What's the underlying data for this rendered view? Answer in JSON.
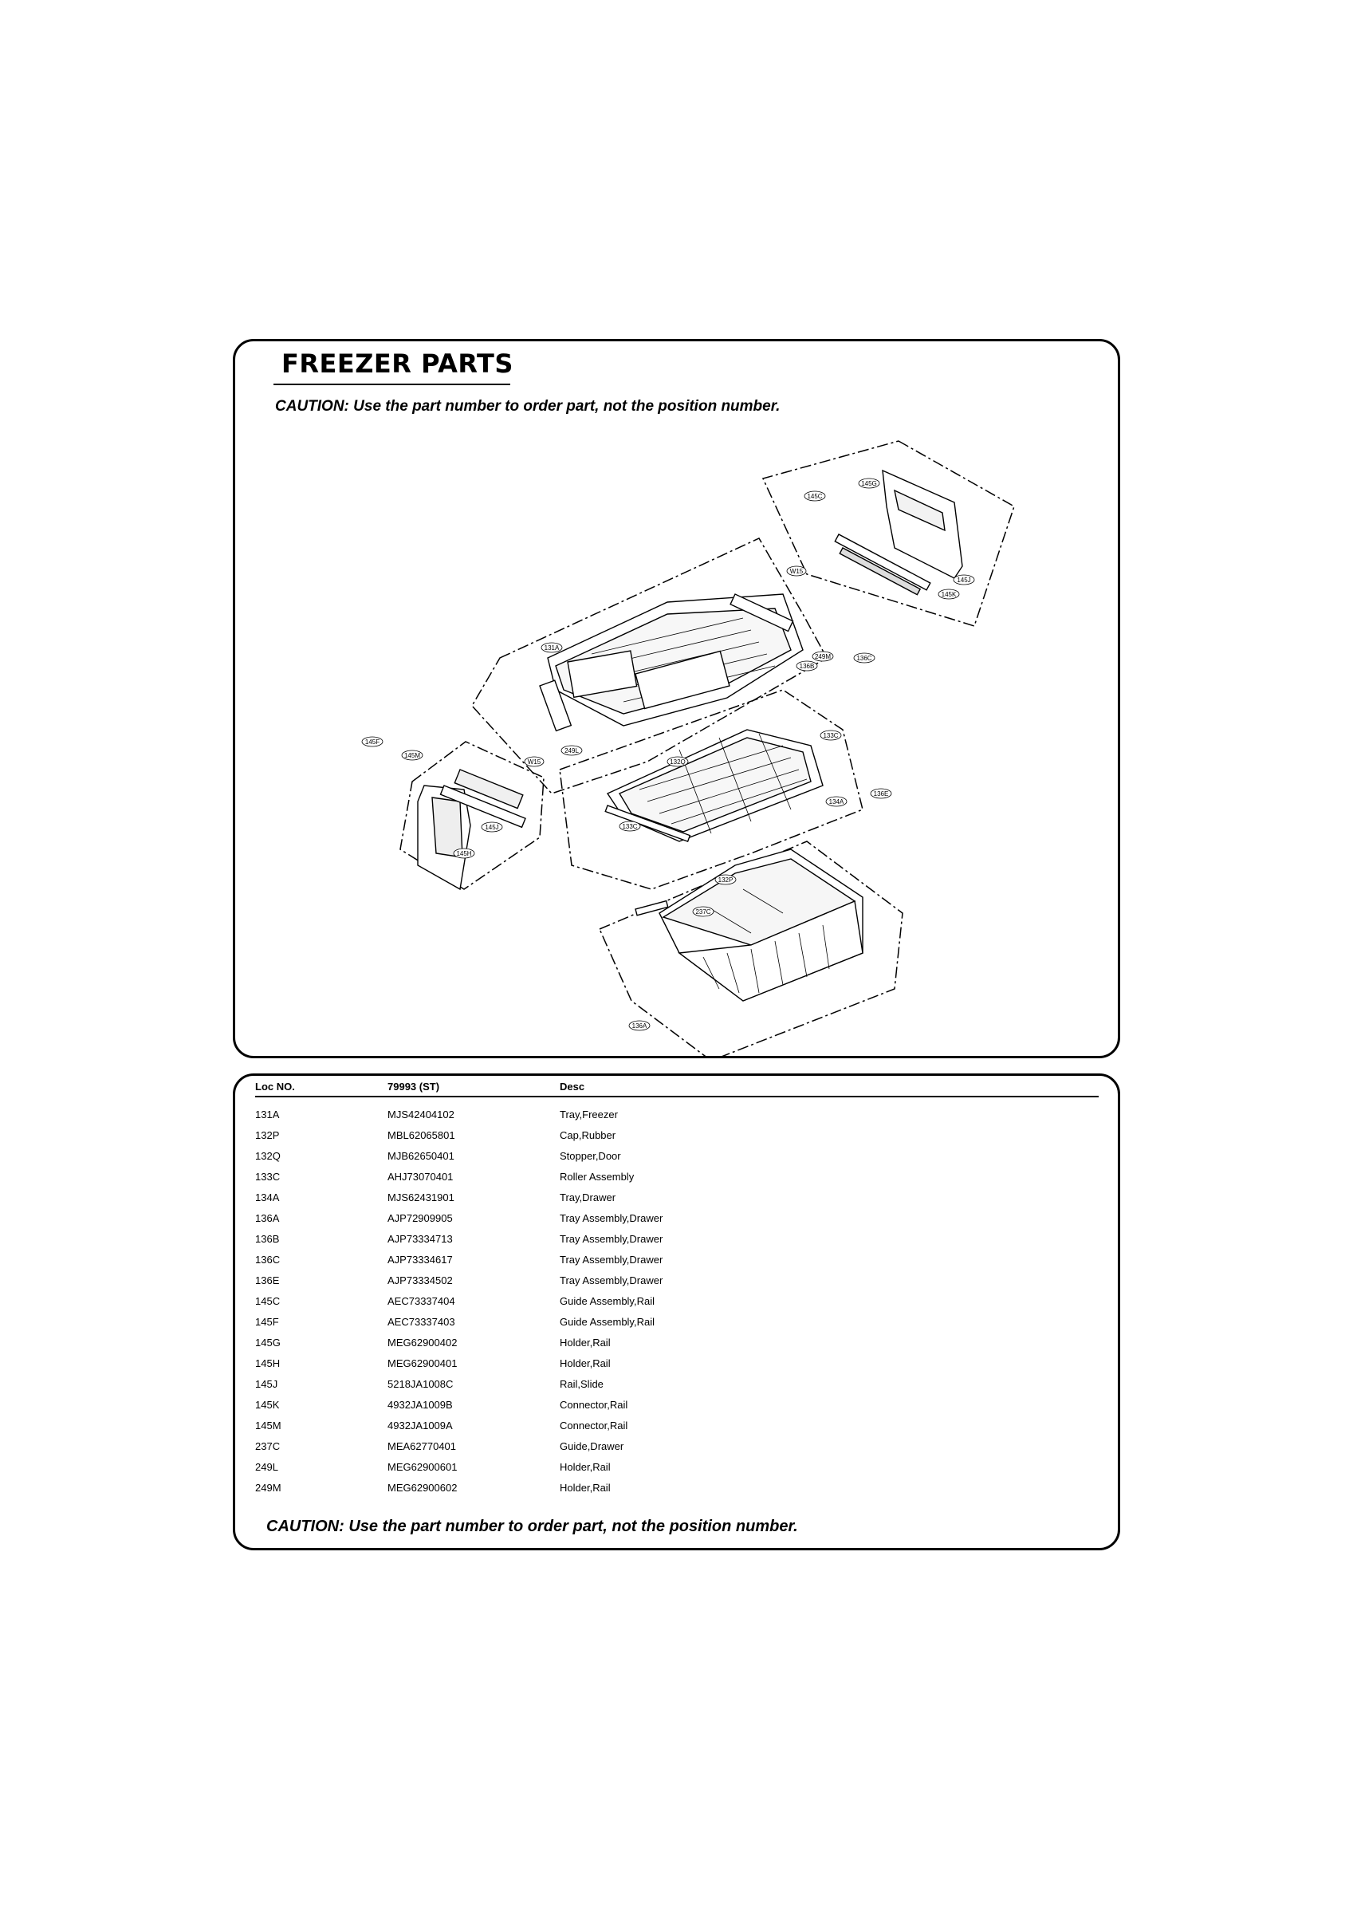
{
  "title": "FREEZER PARTS",
  "caution": "CAUTION: Use the part number to order part, not the position number.",
  "callouts": [
    "145C",
    "145G",
    "W15",
    "136C",
    "131A",
    "249M",
    "136B",
    "145F",
    "145M",
    "249L",
    "W15",
    "133C",
    "132Q",
    "136E",
    "134A",
    "145J",
    "133C",
    "145H",
    "132P",
    "237C",
    "136A",
    "145J",
    "145K"
  ],
  "table": {
    "headers": [
      "Loc NO.",
      "79993 (ST)",
      "Desc"
    ],
    "rows": [
      [
        "131A",
        "MJS42404102",
        "Tray,Freezer"
      ],
      [
        "132P",
        "MBL62065801",
        "Cap,Rubber"
      ],
      [
        "132Q",
        "MJB62650401",
        "Stopper,Door"
      ],
      [
        "133C",
        "AHJ73070401",
        "Roller Assembly"
      ],
      [
        "134A",
        "MJS62431901",
        "Tray,Drawer"
      ],
      [
        "136A",
        "AJP72909905",
        "Tray Assembly,Drawer"
      ],
      [
        "136B",
        "AJP73334713",
        "Tray Assembly,Drawer"
      ],
      [
        "136C",
        "AJP73334617",
        "Tray Assembly,Drawer"
      ],
      [
        "136E",
        "AJP73334502",
        "Tray Assembly,Drawer"
      ],
      [
        "145C",
        "AEC73337404",
        "Guide Assembly,Rail"
      ],
      [
        "145F",
        "AEC73337403",
        "Guide Assembly,Rail"
      ],
      [
        "145G",
        "MEG62900402",
        "Holder,Rail"
      ],
      [
        "145H",
        "MEG62900401",
        "Holder,Rail"
      ],
      [
        "145J",
        "5218JA1008C",
        "Rail,Slide"
      ],
      [
        "145K",
        "4932JA1009B",
        "Connector,Rail"
      ],
      [
        "145M",
        "4932JA1009A",
        "Connector,Rail"
      ],
      [
        "237C",
        "MEA62770401",
        "Guide,Drawer"
      ],
      [
        "249L",
        "MEG62900601",
        "Holder,Rail"
      ],
      [
        "249M",
        "MEG62900602",
        "Holder,Rail"
      ]
    ]
  }
}
